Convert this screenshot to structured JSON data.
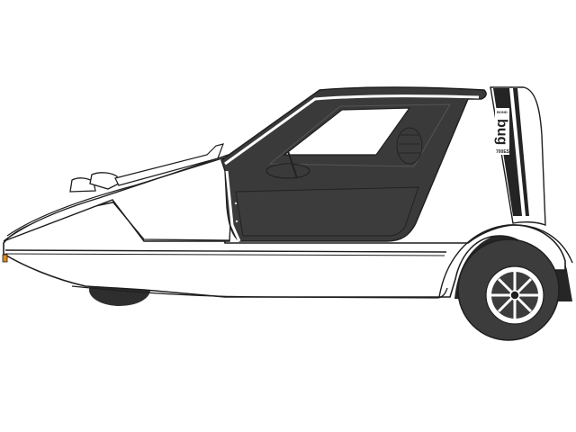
{
  "image": {
    "subject": "Three-wheeled wedge car, side view illustration",
    "background": "#ffffff",
    "colors": {
      "body": "#ffffff",
      "outline": "#1e1e1e",
      "dark_panel": "#3a3a3a",
      "tyre": "#3c3c3c",
      "arch": "#2a2a2a",
      "indicator": "#e08a1c"
    }
  },
  "badge": {
    "top": "BOND",
    "main": "bug",
    "bottom": "700ES"
  }
}
